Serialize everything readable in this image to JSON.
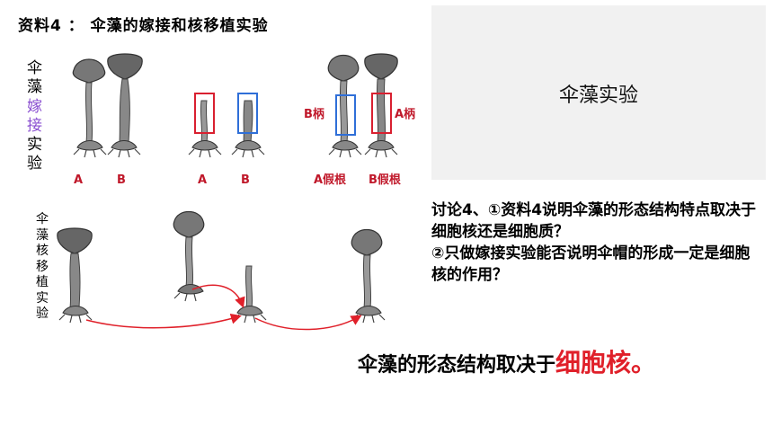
{
  "title": "资料4 ： 伞藻的嫁接和核移植实验",
  "graft_label": [
    "伞",
    "藻",
    "嫁",
    "接",
    "实",
    "验"
  ],
  "transplant_label": [
    "伞",
    "藻",
    "核",
    "移",
    "植",
    "实",
    "验"
  ],
  "figure_labels": {
    "a1": "A",
    "b1": "B",
    "a2": "A",
    "b2": "B",
    "b_stalk": "B柄",
    "a_stalk": "A柄",
    "a_root": "A假根",
    "b_root": "B假根"
  },
  "video_title": "伞藻实验",
  "discussion": {
    "line1": "讨论4、①资料4说明伞藻的形态结构特点取决于细胞核还是细胞质？",
    "line2": "②只做嫁接实验能否说明伞帽的形成一定是细胞核的作用？"
  },
  "conclusion": {
    "prefix": "伞藻的形态结构取决于",
    "highlight": "细胞核。"
  },
  "colors": {
    "accent_red": "#e0202a",
    "label_red": "#c0182a",
    "box_blue": "#2f6fd8",
    "purple": "#8a4fd0"
  }
}
